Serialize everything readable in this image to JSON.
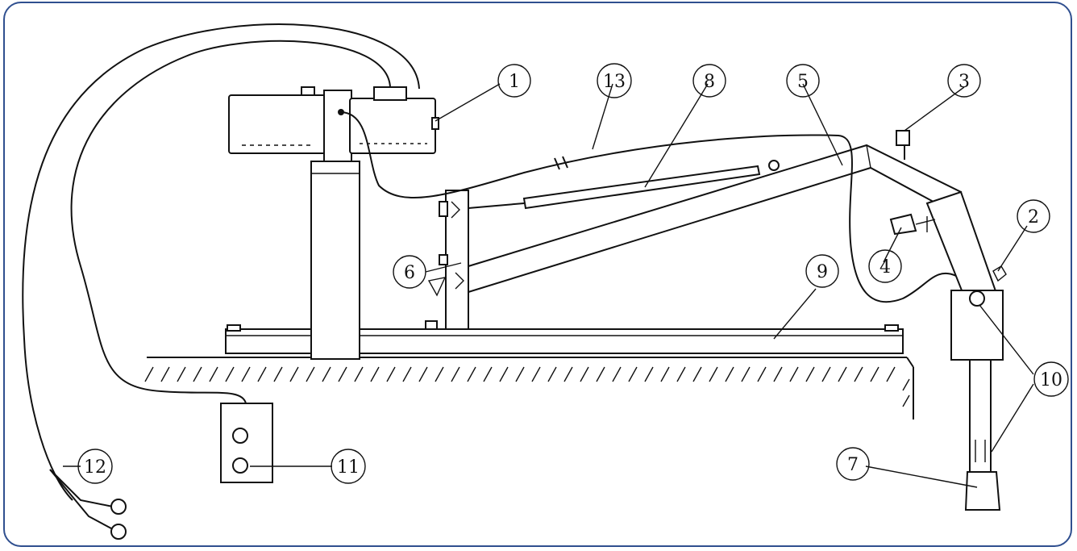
{
  "colors": {
    "frame_border": "#2f4f8f",
    "ink": "#111111",
    "background": "#ffffff"
  },
  "labels": {
    "l1": "1",
    "l2": "2",
    "l3": "3",
    "l4": "4",
    "l5": "5",
    "l6": "6",
    "l7": "7",
    "l8": "8",
    "l9": "9",
    "l10": "10",
    "l11": "11",
    "l12": "12",
    "l13": "13"
  }
}
